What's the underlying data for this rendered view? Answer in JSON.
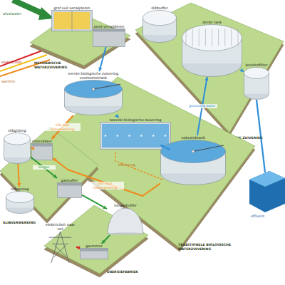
{
  "diagram": {
    "nodes": [
      {
        "text": [
          "MECHANISCHE WATERZUIVERING"
        ]
      },
      {
        "text": [
          "VERREGAANDE ZUIVERING"
        ]
      },
      {
        "text": [
          "TRADITIONELE BIOLOGISCHE WATERZUIVERING"
        ]
      },
      {
        "text": [
          "SLIBVERWERKING"
        ]
      },
      {
        "text": [
          "ENERGIEFABRIEK"
        ]
      },
      {
        "text": [
          "grof vuil verwijderen"
        ],
        "in": 0
      },
      {
        "text": [
          "zand verwijderen"
        ],
        "in": 0
      },
      {
        "text": [
          "slibbuffer"
        ],
        "in": 1
      },
      {
        "text": [
          "derde tank"
        ],
        "in": 1
      },
      {
        "text": [
          "koolstoffilter"
        ],
        "in": 1
      },
      {
        "text": [
          "eerste biologische zuivering",
          "voorbezinktank"
        ],
        "in": 2
      },
      {
        "text": [
          "tweede biologische zuivering"
        ],
        "in": 2
      },
      {
        "text": [
          "nabezinktank"
        ],
        "in": 2
      },
      {
        "text": [
          "slibgisting"
        ],
        "in": 3
      },
      {
        "text": [
          "slibindikker"
        ],
        "in": 3
      },
      {
        "text": [
          "gasbuffer"
        ],
        "in": 3
      },
      {
        "text": [
          "slibopslag"
        ],
        "in": 3
      },
      {
        "text": [
          "biogasbuffer"
        ],
        "in": 4
      },
      {
        "text": [
          "gasmotor"
        ],
        "in": 4
      },
      {
        "text": [
          "elektriciteit naar net"
        ],
        "in": 4
      }
    ],
    "edges": [
      {
        "from": 5,
        "to": 6,
        "arrow": "to"
      },
      {
        "from": 6,
        "to": 10,
        "arrow": "to"
      },
      {
        "from": 10,
        "to": 11,
        "arrow": "to"
      },
      {
        "from": 11,
        "to": 12,
        "arrow": "to"
      },
      {
        "from": 12,
        "to": 8,
        "arrow": "to",
        "label": "gezuiverd water"
      },
      {
        "from": 8,
        "to": 9,
        "arrow": "to"
      },
      {
        "from": 10,
        "to": 14,
        "arrow": "to",
        "label": "slib naar slibverwerking"
      },
      {
        "from": 12,
        "to": 14,
        "arrow": "to",
        "label": "slib naar slibverwerking"
      },
      {
        "from": 14,
        "to": 13,
        "arrow": "to"
      },
      {
        "from": 13,
        "to": 16,
        "arrow": "to"
      },
      {
        "from": 13,
        "to": 15,
        "arrow": "to",
        "label": "biogas"
      },
      {
        "from": 15,
        "to": 17,
        "arrow": "to"
      },
      {
        "from": 17,
        "to": 18,
        "arrow": "to"
      },
      {
        "from": 18,
        "to": 19,
        "arrow": "to"
      }
    ],
    "labels": [
      "afvalwater",
      "elektriciteit",
      "warmte",
      "slib terug",
      "effluent"
    ]
  }
}
